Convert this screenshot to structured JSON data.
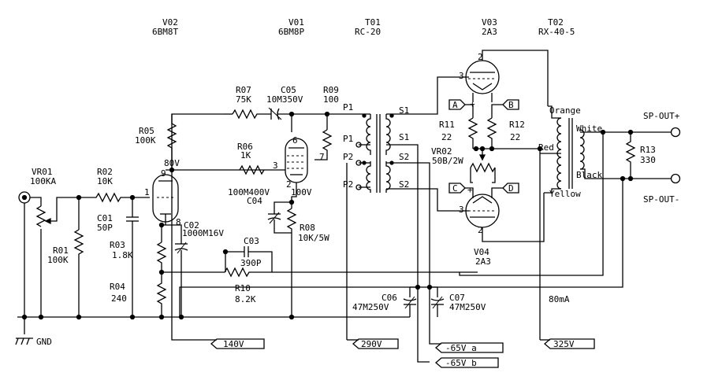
{
  "tubes": {
    "v02": {
      "ref": "V02",
      "type": "6BM8T"
    },
    "v01": {
      "ref": "V01",
      "type": "6BM8P"
    },
    "v03": {
      "ref": "V03",
      "type": "2A3"
    },
    "v04": {
      "ref": "V04",
      "type": "2A3"
    }
  },
  "transformers": {
    "t01": {
      "ref": "T01",
      "type": "RC-20",
      "p1": "P1",
      "p2": "P2",
      "s1": "S1",
      "s2": "S2"
    },
    "t02": {
      "ref": "T02",
      "type": "RX-40-5",
      "orange": "Orange",
      "red": "Red",
      "yellow": "Yellow",
      "white": "White",
      "black": "Black"
    }
  },
  "resistors": {
    "r07": {
      "ref": "R07",
      "val": "75K"
    },
    "r09": {
      "ref": "R09",
      "val": "100"
    },
    "r05": {
      "ref": "R05",
      "val": "100K"
    },
    "r06": {
      "ref": "R06",
      "val": "1K"
    },
    "r02": {
      "ref": "R02",
      "val": "10K"
    },
    "r01": {
      "ref": "R01",
      "val": "100K"
    },
    "r03": {
      "ref": "R03",
      "val": "1.8K"
    },
    "r04": {
      "ref": "R04",
      "val": "240"
    },
    "r08": {
      "ref": "R08",
      "val": "10K/5W"
    },
    "r10": {
      "ref": "R10",
      "val": "8.2K"
    },
    "r11": {
      "ref": "R11",
      "val": "22"
    },
    "r12": {
      "ref": "R12",
      "val": "22"
    },
    "r13": {
      "ref": "R13",
      "val": "330"
    },
    "vr01": {
      "ref": "VR01",
      "val": "100KA"
    },
    "vr02": {
      "ref": "VR02",
      "val": "50B/2W"
    }
  },
  "capacitors": {
    "c05": {
      "ref": "C05",
      "val": "10M350V"
    },
    "c01": {
      "ref": "C01",
      "val": "50P"
    },
    "c02": {
      "ref": "C02",
      "val": "1000M16V"
    },
    "c04": {
      "ref": "C04",
      "val": "100M400V"
    },
    "c03": {
      "ref": "C03",
      "val": "390P"
    },
    "c06": {
      "ref": "C06",
      "val": "47M250V"
    },
    "c07": {
      "ref": "C07",
      "val": "47M250V"
    }
  },
  "voltages": {
    "v80": "80V",
    "v100": "100V",
    "current": "80mA"
  },
  "pins": {
    "p1": "1",
    "p3": "3",
    "p6": "6",
    "p7": "7",
    "p8": "8",
    "p9": "9",
    "p2": "2"
  },
  "test_points": {
    "a": "A",
    "b": "B",
    "c": "C",
    "d": "D"
  },
  "outputs": {
    "sp_plus": "SP-OUT+",
    "sp_minus": "SP-OUT-",
    "gnd": "GND"
  },
  "supply_tags": [
    "140V",
    "290V",
    "-65V a",
    "-65V b",
    "325V"
  ]
}
